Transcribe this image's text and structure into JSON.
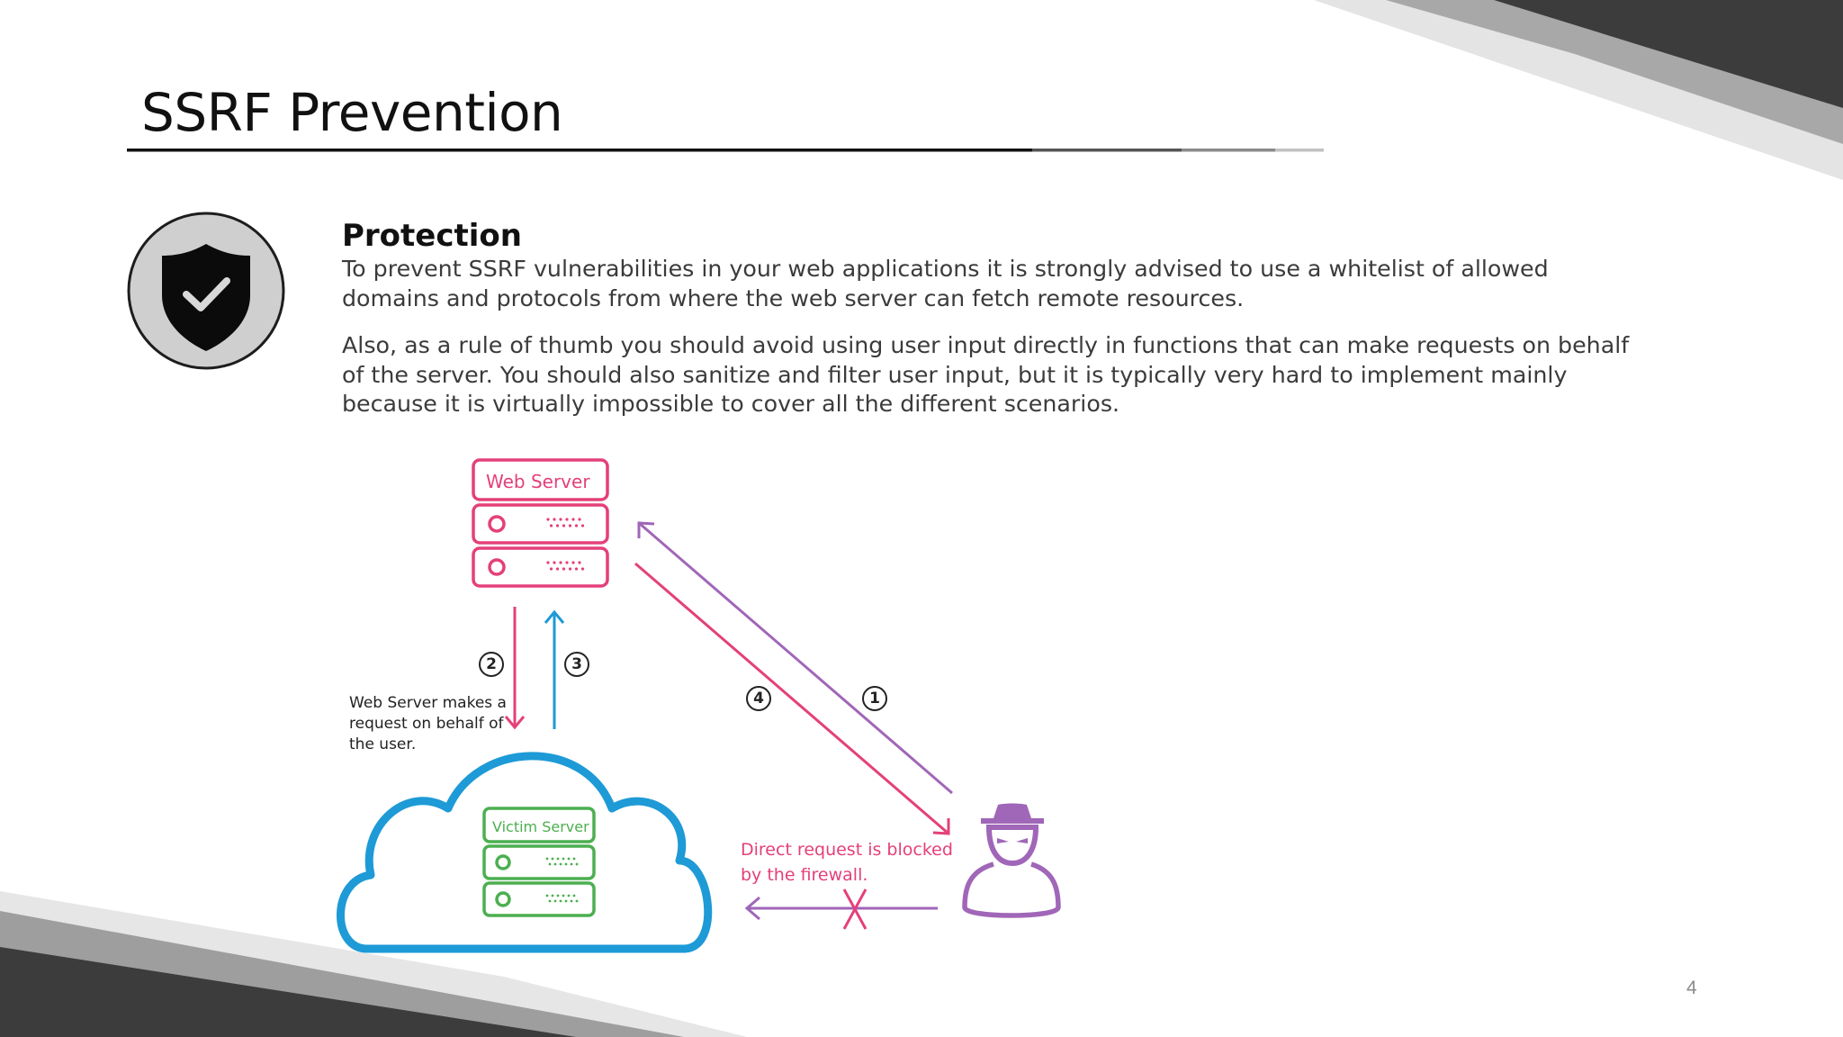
{
  "slide": {
    "title": "SSRF Prevention",
    "page_number": "4"
  },
  "icon": {
    "name": "shield-check-icon"
  },
  "protection": {
    "heading": "Protection",
    "paragraph1": "To prevent SSRF vulnerabilities in your web applications it is strongly advised to use a whitelist of allowed domains and protocols from where the web server can fetch remote resources.",
    "paragraph2": "Also, as a rule of thumb you should avoid using user input directly in functions that can make requests on behalf of the server. You should also sanitize and filter user input, but it is typically very hard to implement mainly because it is virtually impossible to cover all the different scenarios."
  },
  "diagram": {
    "web_server_label": "Web Server",
    "victim_server_label": "Victim Server",
    "makes_request_note": "Web Server makes a request on behalf of the user.",
    "blocked_note": "Direct request is blocked by the firewall.",
    "step_numbers": [
      "1",
      "2",
      "3",
      "4"
    ],
    "colors": {
      "web_server": "#e4407a",
      "victim_server": "#4caf50",
      "cloud": "#1e9ad6",
      "attacker": "#a066b8"
    }
  }
}
